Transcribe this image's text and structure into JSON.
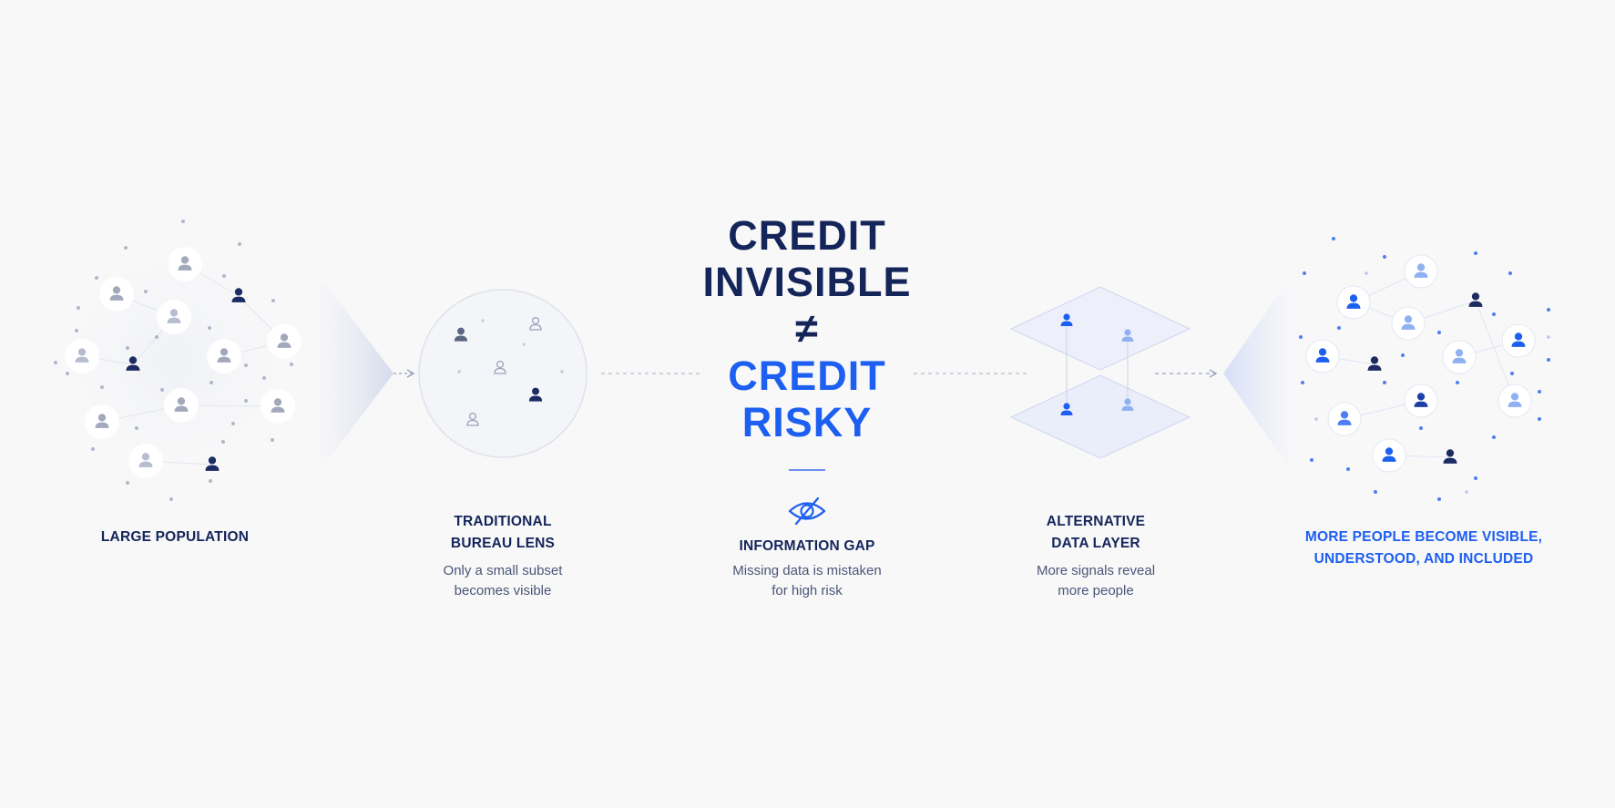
{
  "colors": {
    "background": "#f8f8f9",
    "navy": "#14255a",
    "accent": "#1d5ff0",
    "muted_person": "#a2a9bd",
    "muted_dot": "#b0b7cb"
  },
  "stages": {
    "population": {
      "caption": "LARGE POPULATION"
    },
    "lens": {
      "caption_line1": "TRADITIONAL",
      "caption_line2": "BUREAU LENS",
      "desc_line1": "Only a small subset",
      "desc_line2": "becomes visible"
    },
    "gap": {
      "icon": "eye-slash-icon",
      "caption": "INFORMATION GAP",
      "desc_line1": "Missing data is mistaken",
      "desc_line2": "for high risk"
    },
    "alt_data": {
      "caption_line1": "ALTERNATIVE",
      "caption_line2": "DATA LAYER",
      "desc_line1": "More signals reveal",
      "desc_line2": "more people"
    },
    "included": {
      "caption_line1": "MORE PEOPLE BECOME VISIBLE,",
      "caption_line2": "UNDERSTOOD, AND INCLUDED"
    }
  },
  "headline": {
    "line1": "CREDIT",
    "line2": "INVISIBLE",
    "symbol": "≠",
    "line3": "CREDIT",
    "line4": "RISKY"
  }
}
